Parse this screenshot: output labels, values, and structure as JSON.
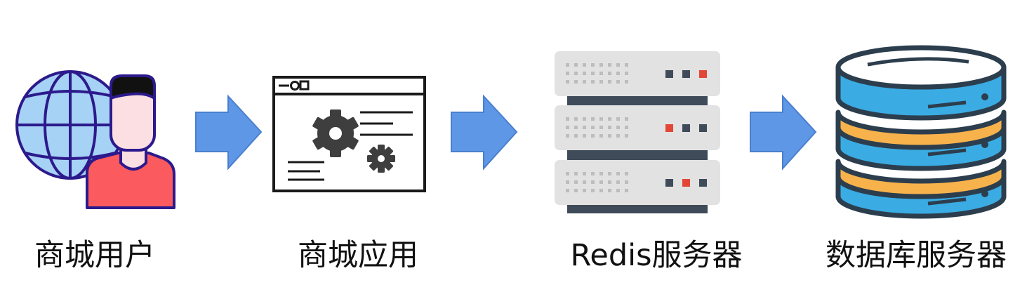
{
  "nodes": [
    {
      "id": "user",
      "label": "商城用户",
      "icon": "user-globe-icon"
    },
    {
      "id": "app",
      "label": "商城应用",
      "icon": "app-window-icon"
    },
    {
      "id": "redis",
      "label": "Redis服务器",
      "icon": "server-rack-icon"
    },
    {
      "id": "db",
      "label": "数据库服务器",
      "icon": "database-icon"
    }
  ],
  "edges": [
    {
      "from": "user",
      "to": "app"
    },
    {
      "from": "app",
      "to": "redis"
    },
    {
      "from": "redis",
      "to": "db"
    }
  ],
  "colors": {
    "arrow_fill": "#5e97e6",
    "arrow_stroke": "#4a7fcf",
    "globe_fill": "#a6d2f5",
    "globe_stroke": "#2c1a8c",
    "person_skin": "#fcdfe2",
    "person_shirt": "#fb5a5e",
    "server_body": "#e3e2e2",
    "server_dark": "#3f4b59",
    "server_red": "#e24637",
    "db_blue": "#3aabe3",
    "db_orange": "#f8b24c",
    "db_stroke": "#2c3e4d"
  }
}
